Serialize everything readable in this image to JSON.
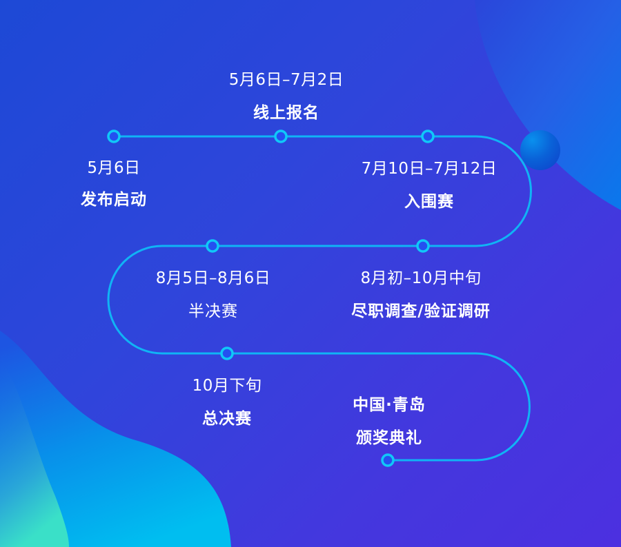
{
  "colors": {
    "background_start": "#1d49d6",
    "background_end": "#4c30e0",
    "path_line": "#10b4f5",
    "node_ring": "#10c8f8",
    "node_fill": "#2450f0",
    "text": "#ffffff"
  },
  "timeline": [
    {
      "date": "5月6日",
      "title": "发布启动"
    },
    {
      "date": "5月6日–7月2日",
      "title": "线上报名"
    },
    {
      "date": "7月10日–7月12日",
      "title": "入围赛"
    },
    {
      "date": "8月5日–8月6日",
      "title": "半决赛"
    },
    {
      "date": "8月初–10月中旬",
      "title": "尽职调查/验证调研"
    },
    {
      "date": "10月下旬",
      "title": "总决赛"
    },
    {
      "location": "中国·青岛",
      "title": "颁奖典礼"
    }
  ]
}
